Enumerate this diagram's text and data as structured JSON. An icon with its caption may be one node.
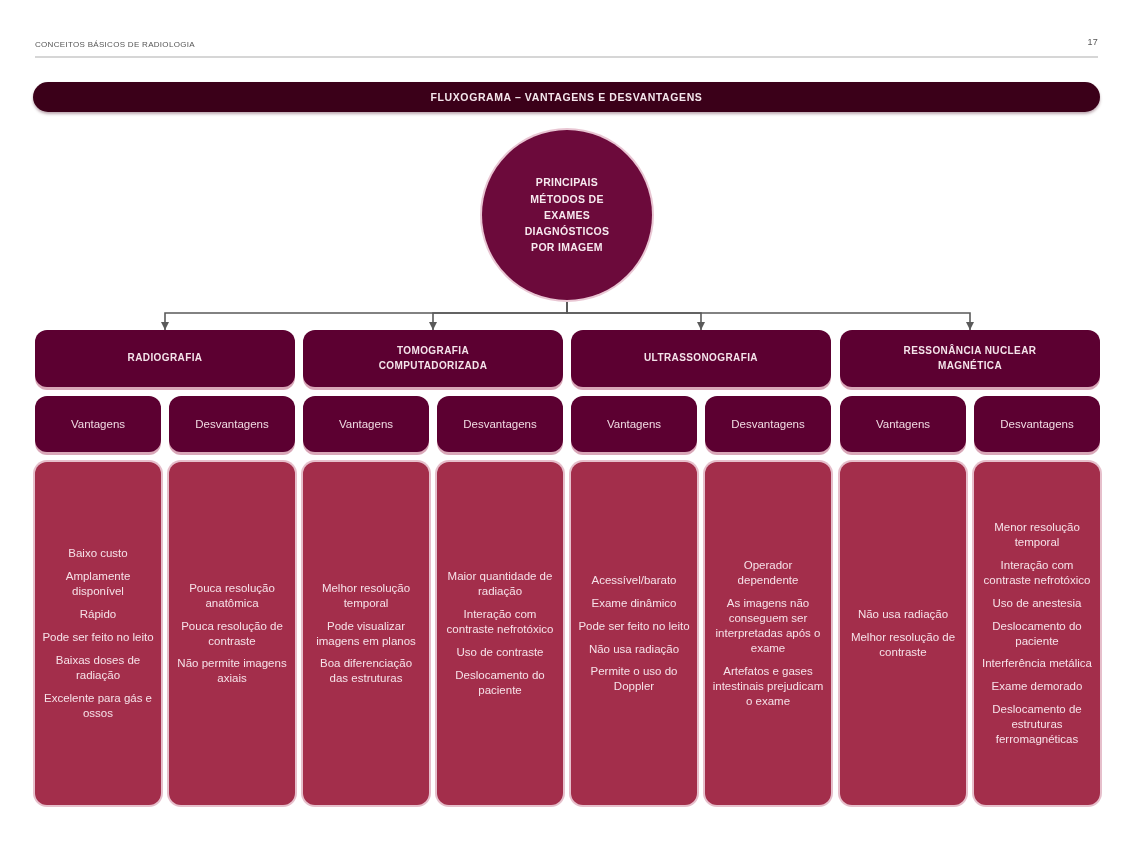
{
  "diagram": {
    "title": "FLUXOGRAMA – VANTAGENS E DESVANTAGENS",
    "nodes": [
      {
        "text": [
          "PRINCIPAIS MÉTODOS DE EXAMES DIAGNÓSTICOS POR IMAGEM"
        ]
      },
      {
        "text": [
          "RADIOGRAFIA"
        ]
      },
      {
        "text": [
          "TOMOGRAFIA COMPUTADORIZADA"
        ]
      },
      {
        "text": [
          "ULTRASSONOGRAFIA"
        ]
      },
      {
        "text": [
          "RESSONÂNCIA NUCLEAR MAGNÉTICA"
        ]
      },
      {
        "text": [
          "Vantagens"
        ]
      },
      {
        "text": [
          "Desvantagens"
        ]
      },
      {
        "text": [
          "Vantagens"
        ]
      },
      {
        "text": [
          "Desvantagens"
        ]
      },
      {
        "text": [
          "Vantagens"
        ]
      },
      {
        "text": [
          "Desvantagens"
        ]
      },
      {
        "text": [
          "Vantagens"
        ]
      },
      {
        "text": [
          "Desvantagens"
        ]
      },
      {
        "text": [
          "Baixo custo",
          "Amplamente disponível",
          "Rápido",
          "Pode ser feito no leito",
          "Baixas doses de radiação",
          "Excelente para gás e ossos"
        ]
      },
      {
        "text": [
          "Pouca resolução anatômica",
          "Pouca resolução de contraste",
          "Não permite imagens axiais"
        ]
      },
      {
        "text": [
          "Melhor resolução temporal",
          "Pode visualizar imagens em planos",
          "Boa diferenciação das estruturas"
        ]
      },
      {
        "text": [
          "Maior quantidade de radiação",
          "Interação com contraste nefrotóxico",
          "Uso de contraste",
          "Deslocamento do paciente"
        ]
      },
      {
        "text": [
          "Acessível/barato",
          "Exame dinâmico",
          "Pode ser feito no leito",
          "Não usa radiação",
          "Permite o uso do Doppler"
        ]
      },
      {
        "text": [
          "Operador dependente",
          "As imagens não conseguem ser interpretadas após o exame",
          "Artefatos e gases intestinais prejudicam o exame"
        ]
      },
      {
        "text": [
          "Não usa radiação",
          "Melhor resolução de contraste"
        ]
      },
      {
        "text": [
          "Menor resolução temporal",
          "Interação com contraste nefrotóxico",
          "Uso de anestesia",
          "Deslocamento do paciente",
          "Interferência metálica",
          "Exame demorado",
          "Deslocamento de estruturas ferromagnéticas"
        ]
      }
    ],
    "edges": [
      {
        "from": 0,
        "to": 1,
        "arrow": "to"
      },
      {
        "from": 0,
        "to": 2,
        "arrow": "to"
      },
      {
        "from": 0,
        "to": 3,
        "arrow": "to"
      },
      {
        "from": 0,
        "to": 4,
        "arrow": "to"
      }
    ],
    "labels": [
      "CONCEITOS BÁSICOS DE RADIOLOGIA",
      "17"
    ]
  }
}
